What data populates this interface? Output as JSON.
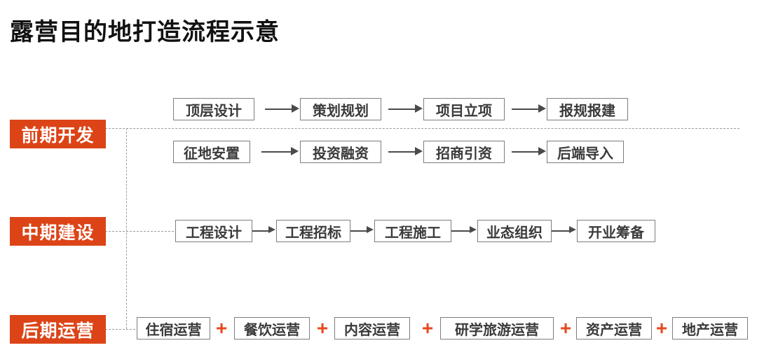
{
  "title": "露营目的地打造流程示意",
  "colors": {
    "stage_bg": "#DC4418",
    "stage_text": "#FFFFFF",
    "node_border": "#7D7D7D",
    "node_text": "#3A3A3A",
    "arrow": "#4A4A4A",
    "dashed_line": "#9A9A9A",
    "plus": "#E8491C",
    "title": "#111111",
    "background": "#FFFFFF"
  },
  "stages": [
    {
      "id": "early",
      "label": "前期开发"
    },
    {
      "id": "mid",
      "label": "中期建设"
    },
    {
      "id": "late",
      "label": "后期运营"
    }
  ],
  "rows": {
    "early_row1": {
      "connector": "arrow",
      "nodes": [
        "顶层设计",
        "策划规划",
        "项目立项",
        "报规报建"
      ]
    },
    "early_row2": {
      "connector": "arrow",
      "nodes": [
        "征地安置",
        "投资融资",
        "招商引资",
        "后端导入"
      ]
    },
    "mid_row": {
      "connector": "arrow",
      "nodes": [
        "工程设计",
        "工程招标",
        "工程施工",
        "业态组织",
        "开业筹备"
      ]
    },
    "late_row": {
      "connector": "plus",
      "separator": "+",
      "nodes": [
        "住宿运营",
        "餐饮运营",
        "内容运营",
        "研学旅游运营",
        "资产运营",
        "地产运营"
      ]
    }
  }
}
